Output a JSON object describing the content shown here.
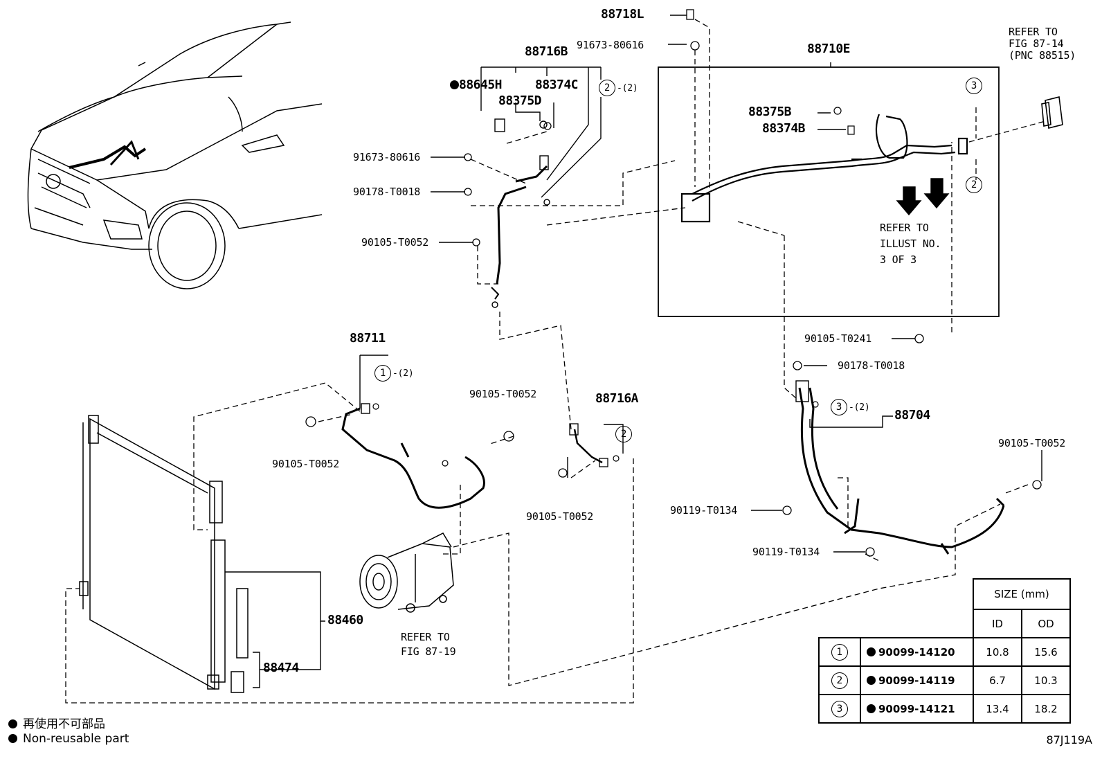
{
  "labels": {
    "p88718L": "88718L",
    "p91673_top": "91673-80616",
    "p88716B": "88716B",
    "p88645H": "88645H",
    "p88374C": "88374C",
    "p88375D": "88375D",
    "c2_top": "2",
    "c2_top_qty": "-(2)",
    "p91673_mid": "91673-80616",
    "p90178_left": "90178-T0018",
    "p90105_left_top": "90105-T0052",
    "p88710E": "88710E",
    "p88375B": "88375B",
    "p88374B": "88374B",
    "refer_illust": [
      "REFER TO",
      "ILLUST NO.",
      "3 OF 3"
    ],
    "refer_fig_87_14": [
      "REFER TO",
      "FIG 87-14",
      "(PNC 88515)"
    ],
    "c3_right": "3",
    "c2_right": "2",
    "p90105_T0241": "90105-T0241",
    "p90178_right": "90178-T0018",
    "c3_mid": "3",
    "c3_mid_qty": "-(2)",
    "p88704": "88704",
    "p88711": "88711",
    "c1": "1",
    "c1_qty": "-(2)",
    "p90105_mid": "90105-T0052",
    "p88716A": "88716A",
    "c2_mid": "2",
    "p90105_left_bottom": "90105-T0052",
    "p90105_center": "90105-T0052",
    "p90105_far_right": "90105-T0052",
    "p90119_a": "90119-T0134",
    "p90119_b": "90119-T0134",
    "refer_fig_87_19": [
      "REFER TO",
      "FIG 87-19"
    ],
    "p88460": "88460",
    "p88474": "88474"
  },
  "size_table": {
    "header": "SIZE (mm)",
    "col_id": "ID",
    "col_od": "OD",
    "rows": [
      {
        "ref": "1",
        "part": "90099-14120",
        "id": "10.8",
        "od": "15.6"
      },
      {
        "ref": "2",
        "part": "90099-14119",
        "id": "6.7",
        "od": "10.3"
      },
      {
        "ref": "3",
        "part": "90099-14121",
        "id": "13.4",
        "od": "18.2"
      }
    ]
  },
  "legend": {
    "jp": "再使用不可部品",
    "en": "Non-reusable part"
  },
  "diagram_id": "87J119A"
}
